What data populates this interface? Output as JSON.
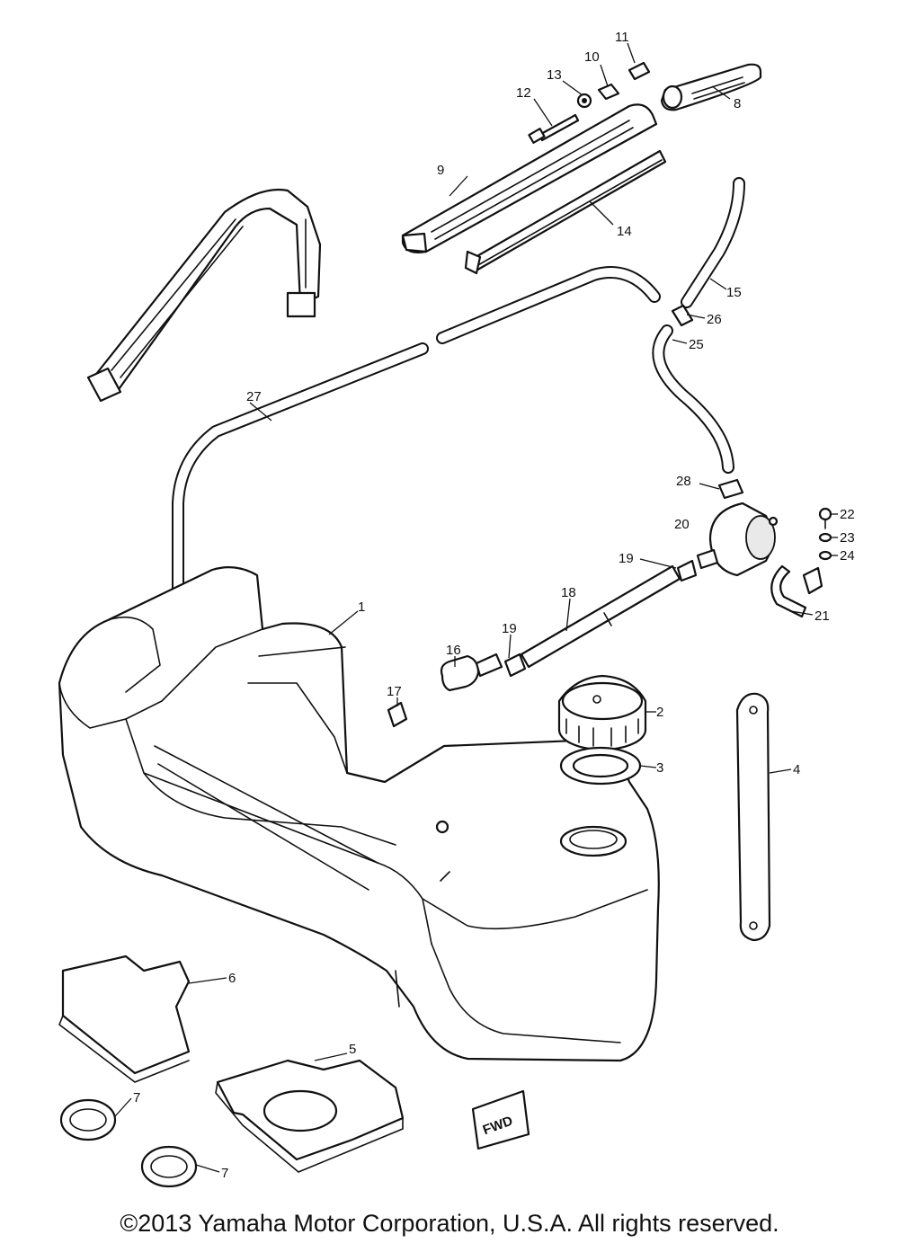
{
  "callouts": {
    "c1": "1",
    "c2": "2",
    "c3": "3",
    "c4": "4",
    "c5": "5",
    "c6": "6",
    "c7a": "7",
    "c7b": "7",
    "c8": "8",
    "c9": "9",
    "c10": "10",
    "c11": "11",
    "c12": "12",
    "c13": "13",
    "c14": "14",
    "c15": "15",
    "c16": "16",
    "c17": "17",
    "c18": "18",
    "c19a": "19",
    "c19b": "19",
    "c20": "20",
    "c21": "21",
    "c22": "22",
    "c23": "23",
    "c24": "24",
    "c25": "25",
    "c26": "26",
    "c27": "27",
    "c28": "28"
  },
  "stamp": "FWD",
  "copyright": "©2013 Yamaha Motor Corporation, U.S.A. All rights reserved."
}
